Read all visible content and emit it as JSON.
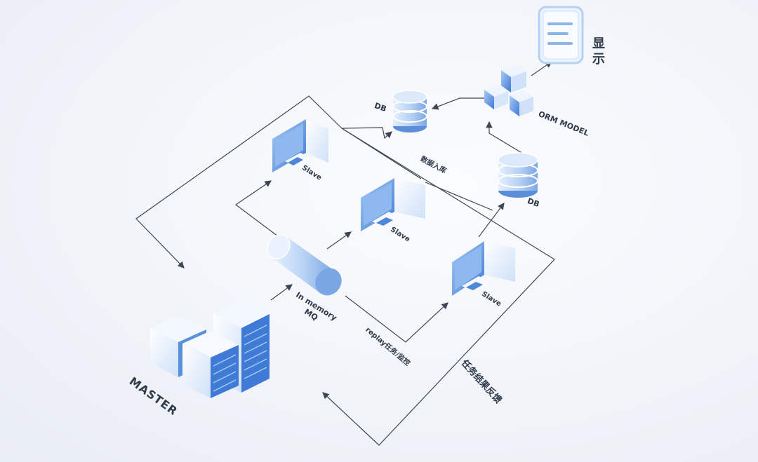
{
  "labels": {
    "display": "显示",
    "orm_model": "ORM MODEL",
    "db_top": "DB",
    "db_right": "DB",
    "data_storage": "数据入库",
    "slave_top": "Slave",
    "slave_middle": "Slave",
    "slave_right": "Slave",
    "mq_line1": "In memory",
    "mq_line2": "MQ",
    "replay": "replay任务/监控",
    "feedback": "任务结果反馈",
    "master": "MASTER"
  },
  "colors": {
    "line": "#3d4654",
    "blue_dark": "#3f7ad6",
    "blue_mid": "#7fb0ee",
    "blue_light": "#d8e8fb",
    "white_face": "#f6f9fe"
  }
}
